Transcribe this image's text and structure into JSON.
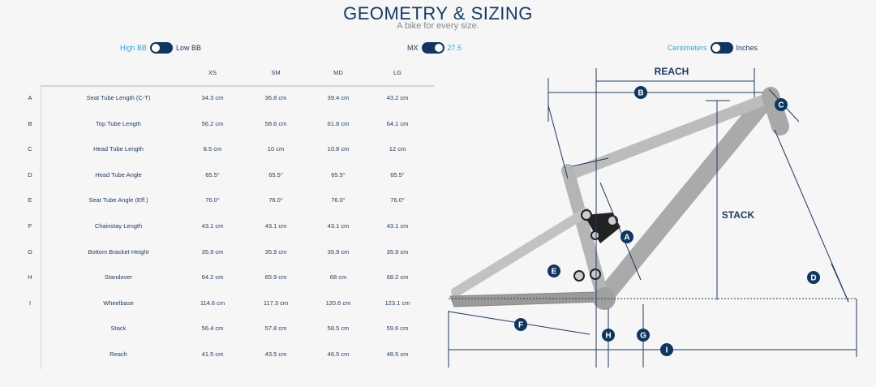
{
  "header": {
    "title": "GEOMETRY & SIZING",
    "subtitle": "A bike for every size."
  },
  "toggles": {
    "bb": {
      "left": "High BB",
      "right": "Low BB",
      "active": "High BB"
    },
    "wheel": {
      "left": "MX",
      "right": "27.5",
      "active": "27.5"
    },
    "units": {
      "left": "Centimeters",
      "right": "Inches",
      "active": "Centimeters"
    }
  },
  "table": {
    "sizes": [
      "XS",
      "SM",
      "MD",
      "LG"
    ],
    "rows": [
      {
        "letter": "A",
        "name": "Seat Tube Length (C-T)",
        "values": [
          "34.3 cm",
          "36.8 cm",
          "39.4 cm",
          "43.2 cm"
        ]
      },
      {
        "letter": "B",
        "name": "Top Tube Length",
        "values": [
          "56.2 cm",
          "58.6 cm",
          "61.8 cm",
          "64.1 cm"
        ]
      },
      {
        "letter": "C",
        "name": "Head Tube Length",
        "values": [
          "8.5 cm",
          "10 cm",
          "10.8 cm",
          "12 cm"
        ]
      },
      {
        "letter": "D",
        "name": "Head Tube Angle",
        "values": [
          "65.5°",
          "65.5°",
          "65.5°",
          "65.5°"
        ]
      },
      {
        "letter": "E",
        "name": "Seat Tube Angle (Eff.)",
        "values": [
          "76.0°",
          "76.0°",
          "76.0°",
          "76.0°"
        ]
      },
      {
        "letter": "F",
        "name": "Chainstay Length",
        "values": [
          "43.1 cm",
          "43.1 cm",
          "43.1 cm",
          "43.1 cm"
        ]
      },
      {
        "letter": "G",
        "name": "Bottom Bracket Height",
        "values": [
          "35.9 cm",
          "35.9 cm",
          "35.9 cm",
          "35.9 cm"
        ]
      },
      {
        "letter": "H",
        "name": "Standover",
        "values": [
          "64.2 cm",
          "65.9 cm",
          "68 cm",
          "68.2 cm"
        ]
      },
      {
        "letter": "I",
        "name": "Wheelbase",
        "values": [
          "114.6 cm",
          "117.3 cm",
          "120.6 cm",
          "123.1 cm"
        ]
      },
      {
        "letter": "",
        "name": "Stack",
        "values": [
          "56.4 cm",
          "57.8 cm",
          "58.5 cm",
          "59.6 cm"
        ]
      },
      {
        "letter": "",
        "name": "Reach",
        "values": [
          "41.5 cm",
          "43.5 cm",
          "46.5 cm",
          "48.5 cm"
        ]
      }
    ]
  },
  "diagram": {
    "reach_label": "REACH",
    "stack_label": "STACK",
    "markers": [
      "A",
      "B",
      "C",
      "D",
      "E",
      "F",
      "G",
      "H",
      "I"
    ]
  },
  "colors": {
    "navy": "#0f3560",
    "accent": "#2aa8e0",
    "frame": "#b9b9b9"
  }
}
